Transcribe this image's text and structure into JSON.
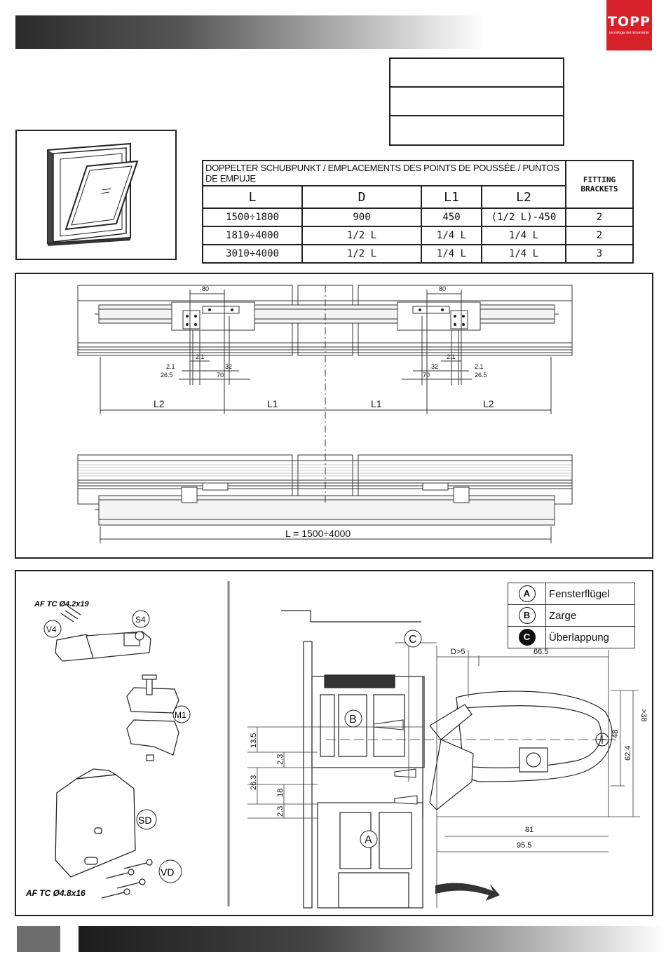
{
  "brand": {
    "name": "TOPP",
    "tagline": "tecnologia del movimento"
  },
  "spec_table": {
    "header": "DOPPELTER SCHUBPUNKT / EMPLACEMENTS DES POINTS DE POUSSÉE / PUNTOS DE EMPUJE",
    "fitting_brackets": "FITTING BRACKETS",
    "columns": [
      "L",
      "D",
      "L1",
      "L2"
    ],
    "rows": [
      [
        "1500÷1800",
        "900",
        "450",
        "(1/2 L)-450",
        "2"
      ],
      [
        "1810÷4000",
        "1/2 L",
        "1/4 L",
        "1/4 L",
        "2"
      ],
      [
        "3010÷4000",
        "1/2 L",
        "1/4 L",
        "1/4 L",
        "3"
      ]
    ]
  },
  "top_drawing": {
    "dim_80": "80",
    "dim_2_1": "2.1",
    "dim_32": "32",
    "dim_26_5": "26.5",
    "dim_70": "70",
    "label_l1": "L1",
    "label_l2": "L2",
    "overall": "L = 1500÷4000"
  },
  "parts": {
    "v4_screw": "AF TC Ø4.2x19",
    "v4": "V4",
    "s4": "S4",
    "m1": "M1",
    "sd": "SD",
    "vd": "VD",
    "vd_screw": "AF TC Ø4.8x16"
  },
  "section": {
    "legend": [
      {
        "key": "A",
        "label": "Fensterflügel"
      },
      {
        "key": "B",
        "label": "Zarge"
      },
      {
        "key": "C",
        "label": "Überlappung"
      }
    ],
    "dims": {
      "d5": "D>5",
      "d66_5": "66.5",
      "d38": ">38",
      "d48": "48",
      "d62_4": "62.4",
      "d81": "81",
      "d95_5": "95.5",
      "d13_5": "13.5",
      "d2_3a": "2.3",
      "d26_3": "26.3",
      "d18": "18",
      "d2_3b": "2.3"
    },
    "label_a": "A",
    "label_b": "B",
    "label_c": "C"
  }
}
